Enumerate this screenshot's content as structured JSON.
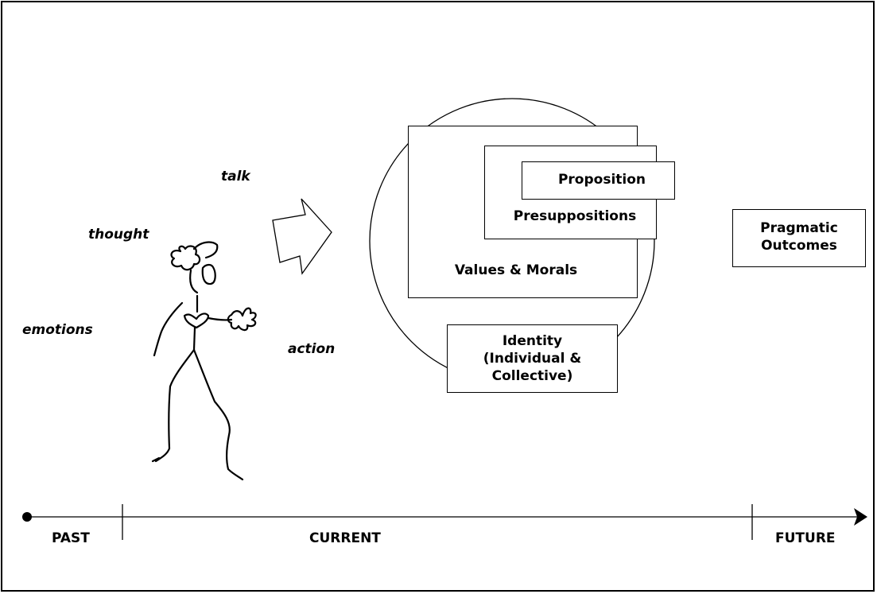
{
  "self_labels": {
    "talk": "talk",
    "thought": "thought",
    "emotions": "emotions",
    "action": "action"
  },
  "frames": {
    "values_morals": "Values & Morals",
    "presuppositions": "Presuppositions",
    "proposition": "Proposition",
    "identity": "Identity\n(Individual &\nCollective)",
    "pragmatic_outcomes": "Pragmatic\nOutcomes"
  },
  "timeline": {
    "past": "PAST",
    "current": "CURRENT",
    "future": "FUTURE"
  }
}
